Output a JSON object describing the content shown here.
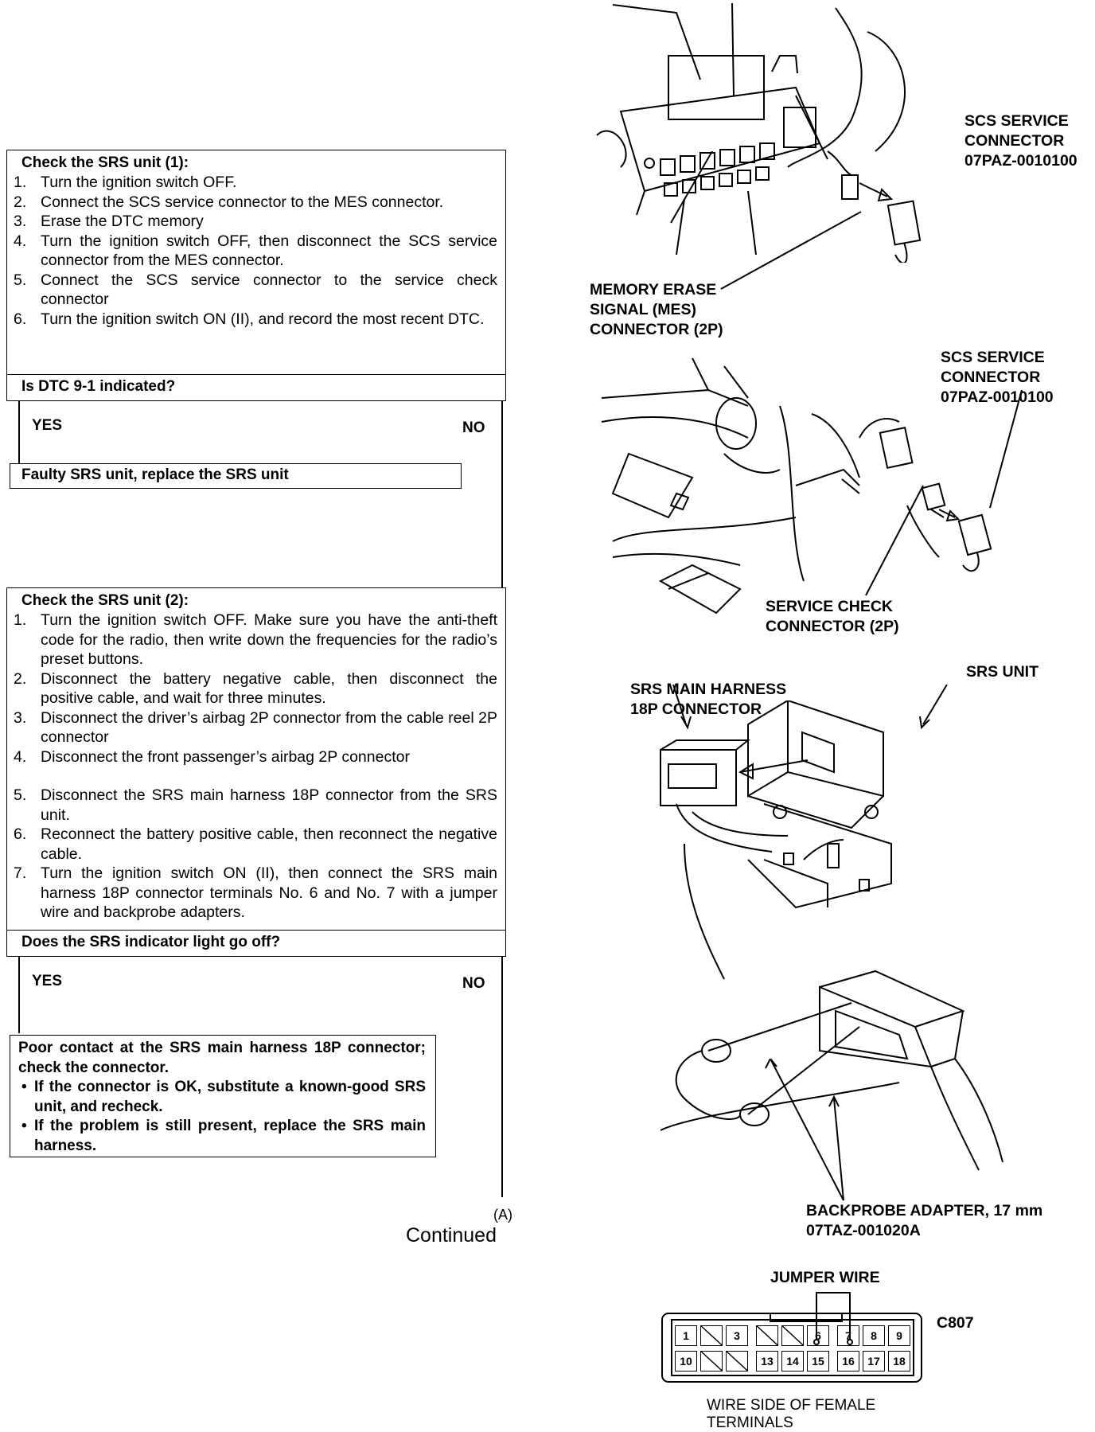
{
  "flow": {
    "step1": {
      "title": "Check the SRS unit (1):",
      "items": [
        {
          "n": "1.",
          "text": "Turn the ignition switch OFF."
        },
        {
          "n": "2.",
          "text": "Connect the SCS service connector to the MES connector."
        },
        {
          "n": "3.",
          "text": "Erase the DTC memory"
        },
        {
          "n": "4.",
          "text": "Turn the ignition switch OFF, then disconnect the SCS service connector from the MES connector."
        },
        {
          "n": "5.",
          "text": "Connect the SCS service connector to the service check connector"
        },
        {
          "n": "6.",
          "text": "Turn the ignition switch ON (II), and record the most recent DTC."
        }
      ],
      "question": "Is DTC 9-1 indicated?",
      "yes": "YES",
      "no": "NO",
      "result": "Faulty SRS unit, replace the SRS unit"
    },
    "step2": {
      "title": "Check the SRS unit (2):",
      "items": [
        {
          "n": "1.",
          "text": "Turn the ignition switch OFF. Make sure you have the anti-theft code for the radio, then write down the frequencies for the radio’s preset buttons."
        },
        {
          "n": "2.",
          "text": "Disconnect the battery negative cable, then disconnect the positive cable, and wait for three minutes."
        },
        {
          "n": "3.",
          "text": "Disconnect the driver’s airbag 2P connector from the cable reel 2P connector"
        },
        {
          "n": "4.",
          "text": "Disconnect the front passenger’s airbag 2P connector"
        },
        {
          "n": "5.",
          "text": "Disconnect the SRS main harness 18P connector from the SRS unit."
        },
        {
          "n": "6.",
          "text": "Reconnect the battery positive cable, then reconnect the negative cable."
        },
        {
          "n": "7.",
          "text": "Turn the ignition switch ON (II), then connect the SRS main harness 18P connector terminals No. 6 and No. 7 with a jumper wire and backprobe adapters."
        }
      ],
      "question": "Does the SRS indicator light go off?",
      "yes": "YES",
      "no": "NO",
      "result_title": "Poor contact at the SRS main harness 18P connector; check the connector.",
      "result_bullets": [
        "If the connector is OK, substitute a known-good SRS unit, and recheck.",
        "If the problem is still present, replace the SRS main harness."
      ]
    },
    "ref": "(A)",
    "continued": "Continued"
  },
  "labels": {
    "scs1": [
      "SCS SERVICE",
      "CONNECTOR",
      "07PAZ-0010100"
    ],
    "mes": [
      "MEMORY ERASE",
      "SIGNAL (MES)",
      "CONNECTOR (2P)"
    ],
    "scs2": [
      "SCS SERVICE",
      "CONNECTOR",
      "07PAZ-0010100"
    ],
    "service_check": [
      "SERVICE CHECK",
      "CONNECTOR (2P)"
    ],
    "srs_unit": "SRS UNIT",
    "harness": [
      "SRS MAIN HARNESS",
      "18P CONNECTOR"
    ],
    "backprobe": [
      "BACKPROBE ADAPTER, 17 mm",
      "07TAZ-001020A"
    ],
    "jumper": "JUMPER WIRE",
    "connector_id": "C807",
    "wire_side": [
      "WIRE SIDE OF FEMALE",
      "TERMINALS"
    ]
  },
  "connector": {
    "top_row": [
      "1",
      "",
      "3",
      "",
      "",
      "6",
      "7",
      "8",
      "9"
    ],
    "bottom_row": [
      "10",
      "",
      "",
      "13",
      "14",
      "15",
      "16",
      "17",
      "18"
    ]
  }
}
